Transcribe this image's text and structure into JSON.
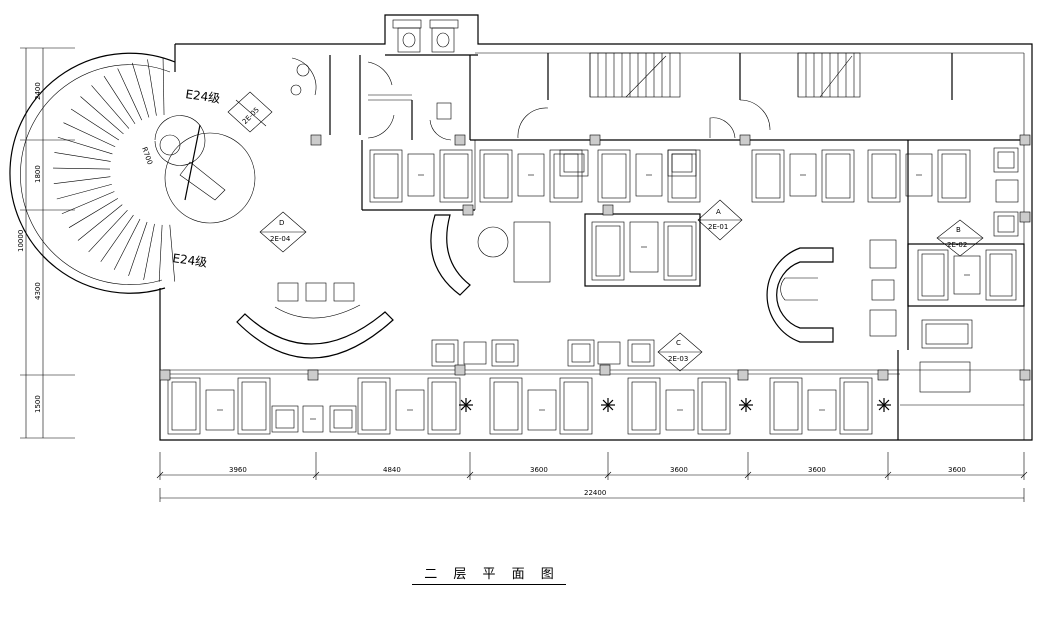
{
  "drawing": {
    "title": "二 层 平 面 图",
    "stair_upper_label": "E24级",
    "stair_lower_label": "E24级",
    "stair_width_note": "R700",
    "bottom_dims": [
      "3960",
      "4840",
      "3600",
      "3600",
      "3600",
      "3600"
    ],
    "total_dim": "22400",
    "left_dims": [
      "2400",
      "1800",
      "4300",
      "1500"
    ],
    "left_total": "10000",
    "callouts": [
      {
        "letter": "A",
        "code": "2E-01"
      },
      {
        "letter": "B",
        "code": "2E-02"
      },
      {
        "letter": "C",
        "code": "2E-03"
      },
      {
        "letter": "D",
        "code": "2E-04"
      },
      {
        "letter": "",
        "code": "2E-05"
      }
    ]
  }
}
